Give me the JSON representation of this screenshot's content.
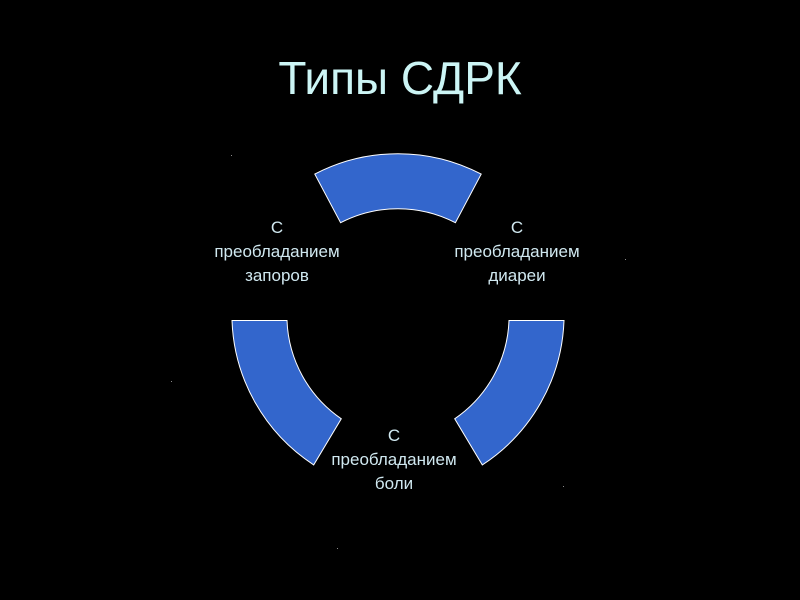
{
  "title": "Типы СДРК",
  "colors": {
    "background": "#000000",
    "title": "#ccf5f5",
    "segment_fill": "#3366cc",
    "segment_stroke": "#ffffff",
    "label_text": "#d0e8f0"
  },
  "cycle": {
    "segments": [
      {
        "id": "constipation",
        "lines": [
          "С",
          "преобладанием",
          "запоров"
        ]
      },
      {
        "id": "diarrhea",
        "lines": [
          "С",
          "преобладанием",
          "диареи"
        ]
      },
      {
        "id": "pain",
        "lines": [
          "С",
          "преобладанием",
          "боли"
        ]
      }
    ]
  }
}
